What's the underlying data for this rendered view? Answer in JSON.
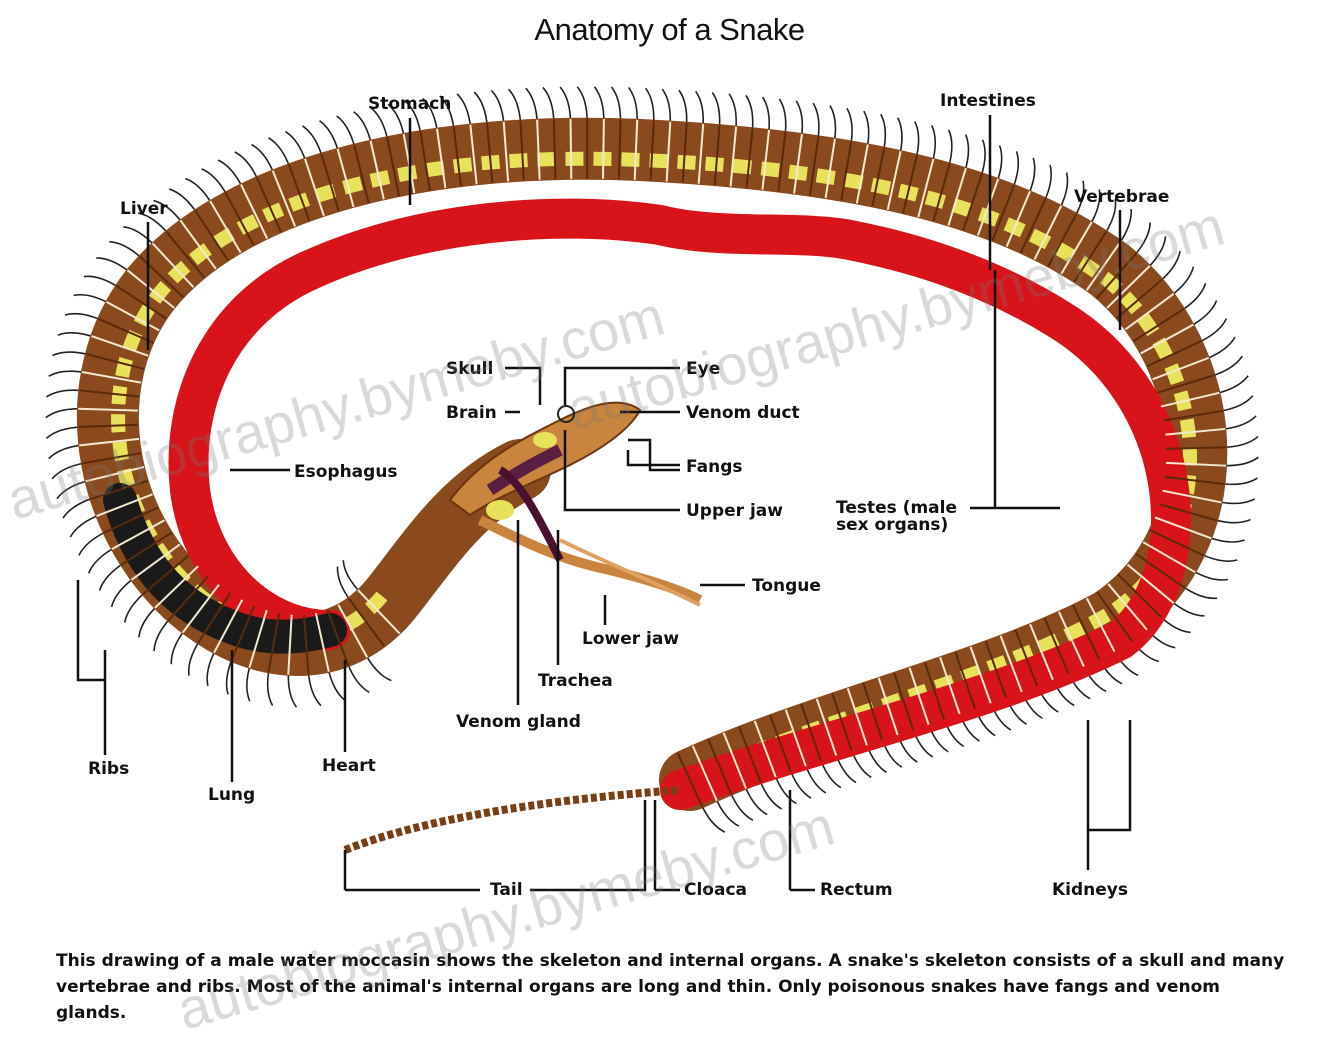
{
  "title": "Anatomy of a Snake",
  "labels": {
    "stomach": "Stomach",
    "intestines": "Intestines",
    "liver": "Liver",
    "vertebrae": "Vertebrae",
    "skull": "Skull",
    "eye": "Eye",
    "brain": "Brain",
    "venom_duct": "Venom duct",
    "fangs": "Fangs",
    "esophagus": "Esophagus",
    "upper_jaw": "Upper jaw",
    "testes": "Testes (male\nsex organs)",
    "tongue": "Tongue",
    "lower_jaw": "Lower jaw",
    "trachea": "Trachea",
    "venom_gland": "Venom gland",
    "ribs": "Ribs",
    "lung": "Lung",
    "heart": "Heart",
    "tail": "Tail",
    "cloaca": "Cloaca",
    "rectum": "Rectum",
    "kidneys": "Kidneys"
  },
  "caption": "This drawing of a male water moccasin shows the skeleton and internal organs. A snake's skeleton consists of a skull and many vertebrae and ribs. Most of the animal's internal organs are long and thin. Only poisonous snakes have fangs and venom glands.",
  "watermark": {
    "text_1": "autobiography.bymeby.com",
    "text_2": "autobiography.bymeby.com",
    "text_3": "autobiography.bymeby.com"
  },
  "colors": {
    "organ_red": "#d8141a",
    "bone_brown": "#8a4a1e",
    "fat_yellow": "#e8e25a",
    "lung_black": "#1a1a1a",
    "label_line": "#111111"
  }
}
